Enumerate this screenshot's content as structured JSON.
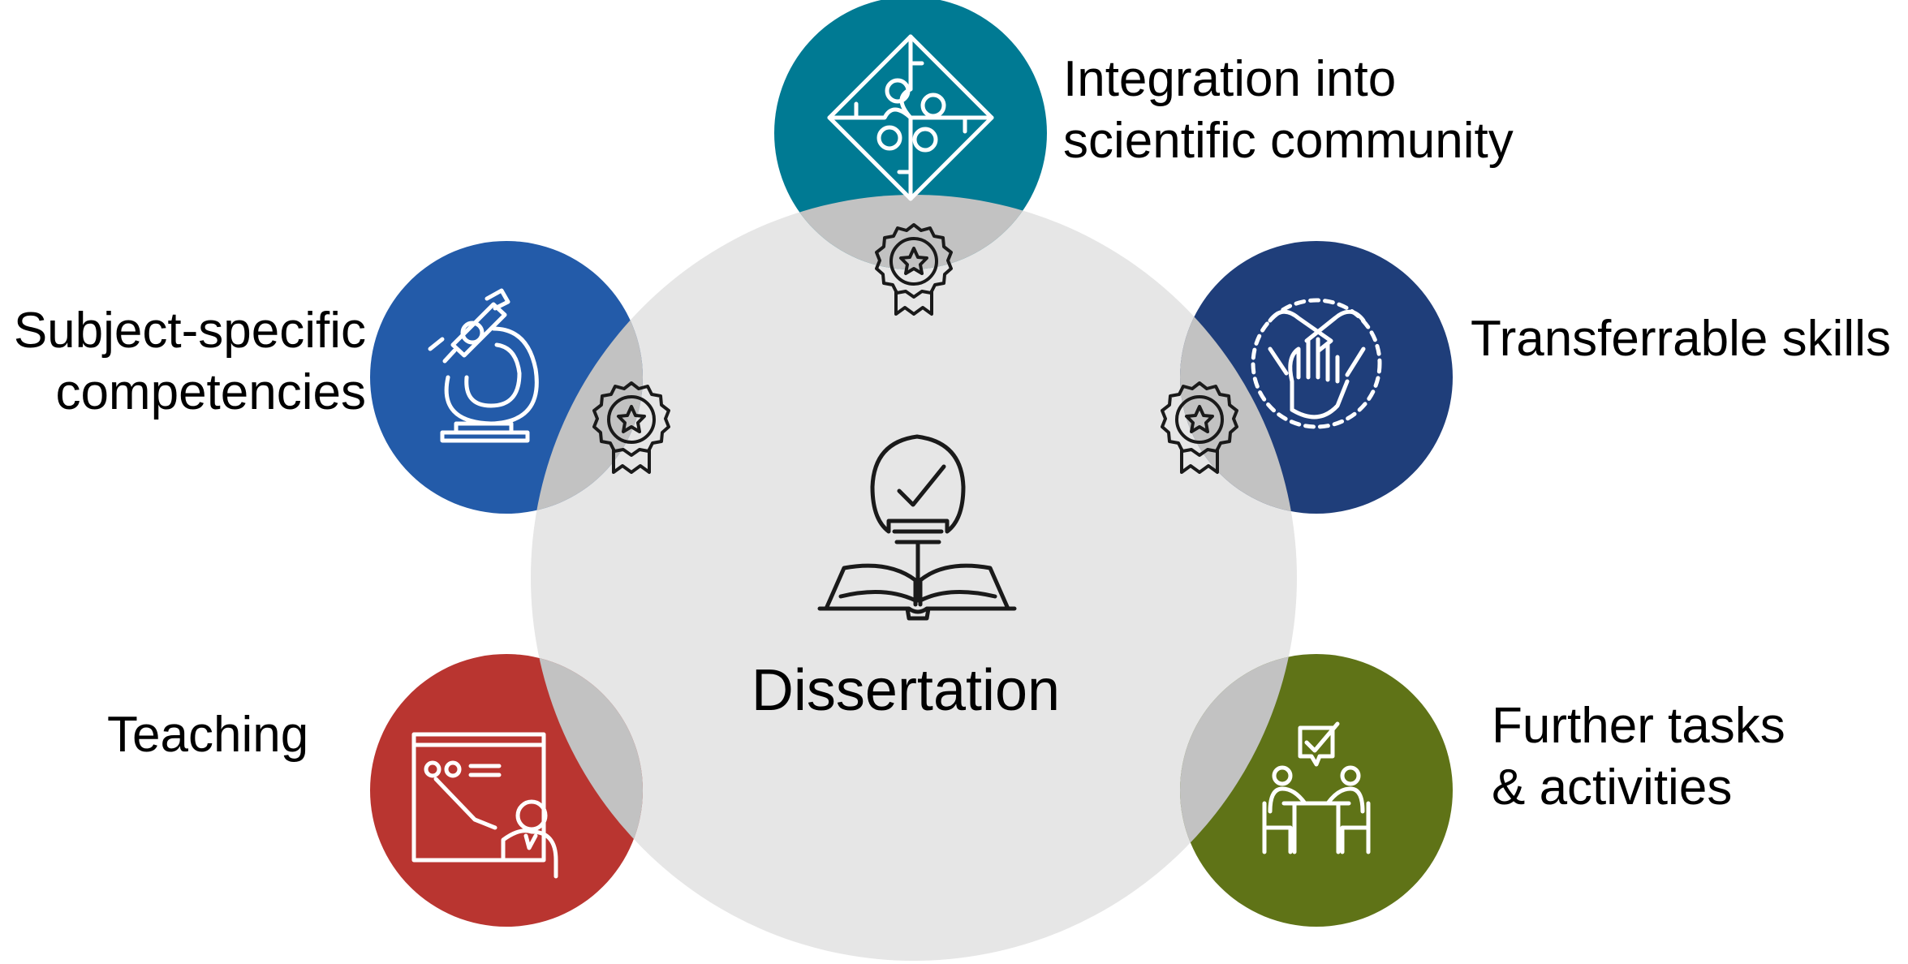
{
  "center": {
    "label": "Dissertation",
    "icon": "lightbulb-book-check-icon",
    "color": "#e6e6e6"
  },
  "overlap_color": "#c2c2c2",
  "badge_icon": "award-rosette-icon",
  "nodes": [
    {
      "id": "integration",
      "lines": [
        "Integration into",
        "scientific community"
      ],
      "color": "#007a93",
      "icon": "puzzle-icon"
    },
    {
      "id": "subject",
      "lines": [
        "Subject-specific",
        "competencies"
      ],
      "color": "#235ba9",
      "icon": "microscope-icon"
    },
    {
      "id": "transferable",
      "lines": [
        "Transferrable skills"
      ],
      "color": "#1f3e7a",
      "icon": "stacked-hands-icon"
    },
    {
      "id": "teaching",
      "lines": [
        "Teaching"
      ],
      "color": "#b93530",
      "icon": "teacher-board-icon"
    },
    {
      "id": "further",
      "lines": [
        "Further tasks",
        "& activities"
      ],
      "color": "#5f7317",
      "icon": "meeting-table-icon"
    }
  ]
}
